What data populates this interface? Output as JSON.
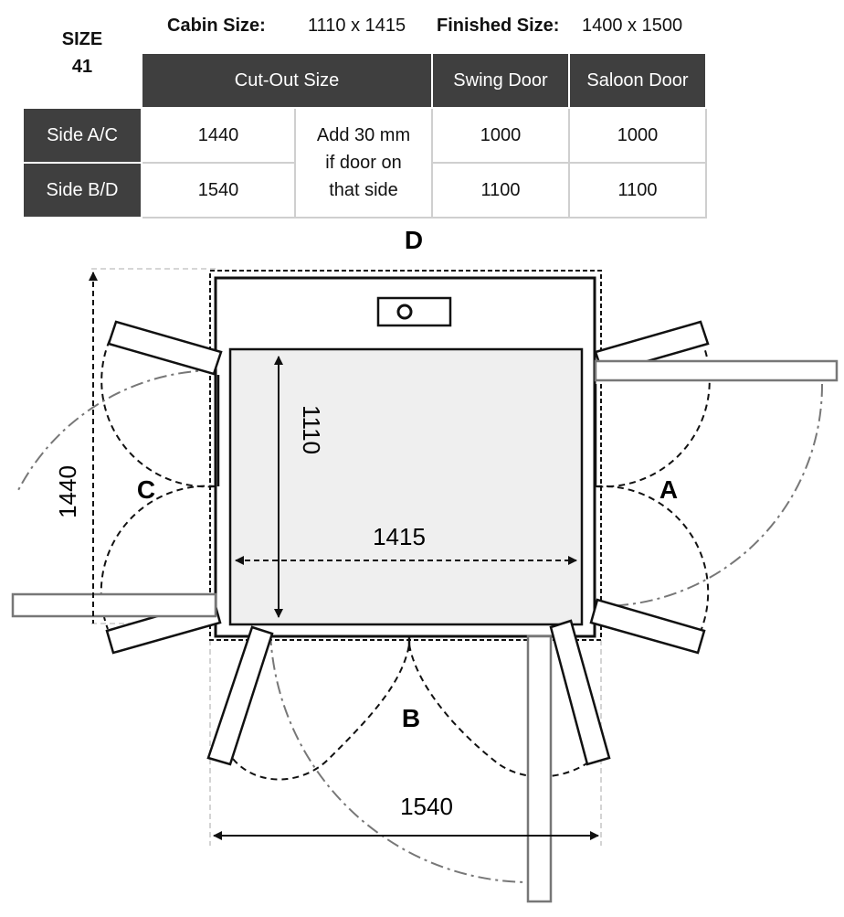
{
  "size": {
    "label": "SIZE",
    "number": "41"
  },
  "cabin": {
    "label": "Cabin Size:",
    "value": "1110 x 1415"
  },
  "finished": {
    "label": "Finished Size:",
    "value": "1400 x 1500"
  },
  "table": {
    "headers": {
      "cutout": "Cut-Out Size",
      "swing": "Swing Door",
      "saloon": "Saloon Door"
    },
    "rows": [
      {
        "side": "Side A/C",
        "cutout": "1440",
        "swing": "1000",
        "saloon": "1000"
      },
      {
        "side": "Side B/D",
        "cutout": "1540",
        "swing": "1100",
        "saloon": "1100"
      }
    ],
    "note": [
      "Add 30 mm",
      "if door on",
      "that side"
    ]
  },
  "diagram": {
    "sides": {
      "a": "A",
      "b": "B",
      "c": "C",
      "d": "D"
    },
    "dimensions": {
      "cabin_depth": "1110",
      "cabin_width": "1415",
      "cutout_ac": "1440",
      "cutout_bd": "1540"
    }
  },
  "colors": {
    "header_bg": "#3f3f3f",
    "cabin_fill": "#efefef",
    "line": "#111111",
    "dim_line": "#777777"
  }
}
